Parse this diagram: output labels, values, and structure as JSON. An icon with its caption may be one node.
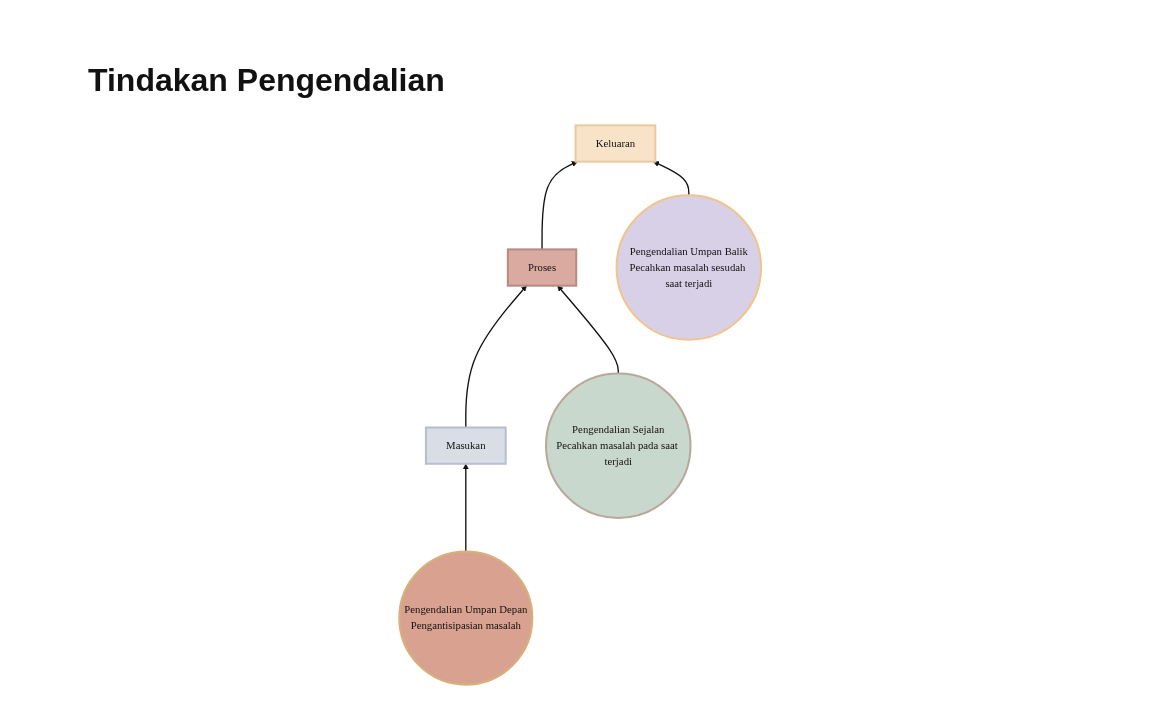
{
  "diagram": {
    "title": "Tindakan Pengendalian",
    "nodes": [
      {
        "text": [
          "Masukan"
        ]
      },
      {
        "text": [
          "Proses"
        ]
      },
      {
        "text": [
          "Keluaran"
        ]
      },
      {
        "text": [
          "Pengendalian Umpan Depan",
          "Pengantisipasian masalah"
        ]
      },
      {
        "text": [
          "Pengendalian Sejalan",
          "Pecahkan masalah pada saat terjadi"
        ]
      },
      {
        "text": [
          "Pengendalian Umpan Balik",
          "Pecahkan masalah sesudah saat terjadi"
        ]
      }
    ],
    "edges": [
      {
        "from": 0,
        "to": 1,
        "arrow": "to"
      },
      {
        "from": 1,
        "to": 2,
        "arrow": "to"
      },
      {
        "from": 3,
        "to": 0,
        "arrow": "to"
      },
      {
        "from": 4,
        "to": 1,
        "arrow": "to"
      },
      {
        "from": 5,
        "to": 2,
        "arrow": "to"
      }
    ]
  }
}
